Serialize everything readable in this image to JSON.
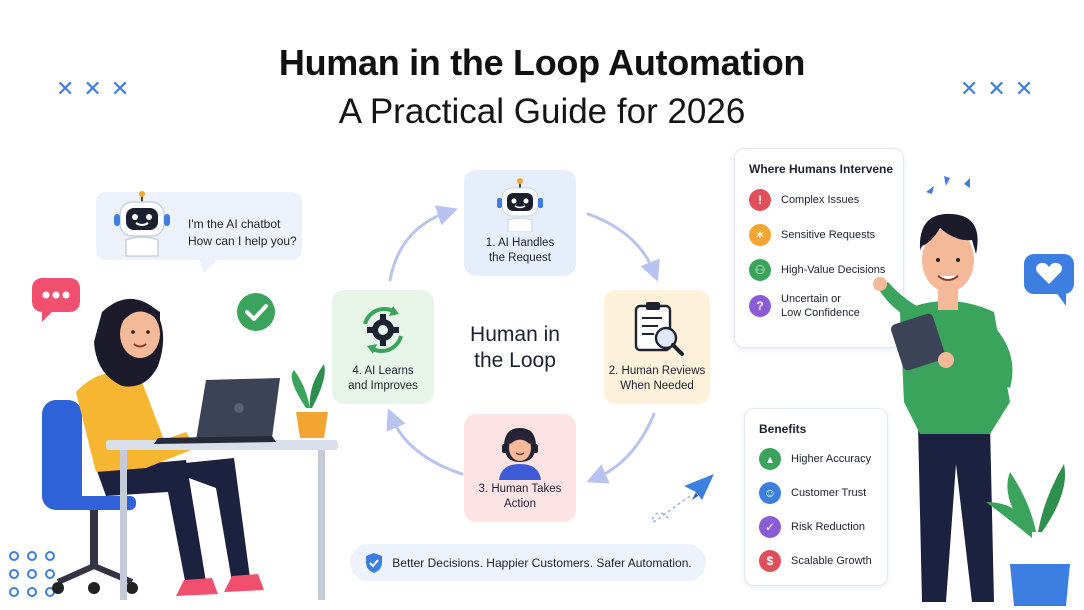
{
  "header": {
    "title": "Human in the Loop Automation",
    "subtitle": "A Practical Guide for 2026",
    "left_marks": "✕✕✕",
    "right_marks": "✕✕✕"
  },
  "chatbot": {
    "line1": "I'm the AI chatbot",
    "line2": "How can I help you?"
  },
  "loop": {
    "center_line1": "Human in",
    "center_line2": "the Loop",
    "steps": [
      {
        "line1": "1. AI Handles",
        "line2": "the Request",
        "icon": "robot-icon",
        "color": "#e6edfb"
      },
      {
        "line1": "2. Human Reviews",
        "line2": "When Needed",
        "icon": "clipboard-search-icon",
        "color": "#fdf1dc"
      },
      {
        "line1": "3. Human Takes",
        "line2": "Action",
        "icon": "support-agent-icon",
        "color": "#fde3e4"
      },
      {
        "line1": "4. AI Learns",
        "line2": "and Improves",
        "icon": "gear-cycle-icon",
        "color": "#e6f5e8"
      }
    ]
  },
  "intervene": {
    "heading": "Where Humans Intervene",
    "items": [
      {
        "label": "Complex Issues",
        "icon": "warning-icon",
        "color": "#e0505a"
      },
      {
        "label": "Sensitive Requests",
        "icon": "sensitive-icon",
        "color": "#f2a531"
      },
      {
        "label": "High-Value Decisions",
        "icon": "decision-icon",
        "color": "#3aa45c"
      },
      {
        "label": "Uncertain or",
        "label2": "Low Confidence",
        "icon": "question-icon",
        "color": "#8a5cd6"
      }
    ]
  },
  "benefits": {
    "heading": "Benefits",
    "items": [
      {
        "label": "Higher Accuracy",
        "icon": "chart-up-icon",
        "color": "#3aa45c"
      },
      {
        "label": "Customer Trust",
        "icon": "smile-icon",
        "color": "#3d7fe0"
      },
      {
        "label": "Risk Reduction",
        "icon": "shield-icon",
        "color": "#8a5cd6"
      },
      {
        "label": "Scalable Growth",
        "icon": "dollar-icon",
        "color": "#e0505a"
      }
    ]
  },
  "footer": {
    "text": "Better Decisions. Happier Customers. Safer Automation."
  }
}
